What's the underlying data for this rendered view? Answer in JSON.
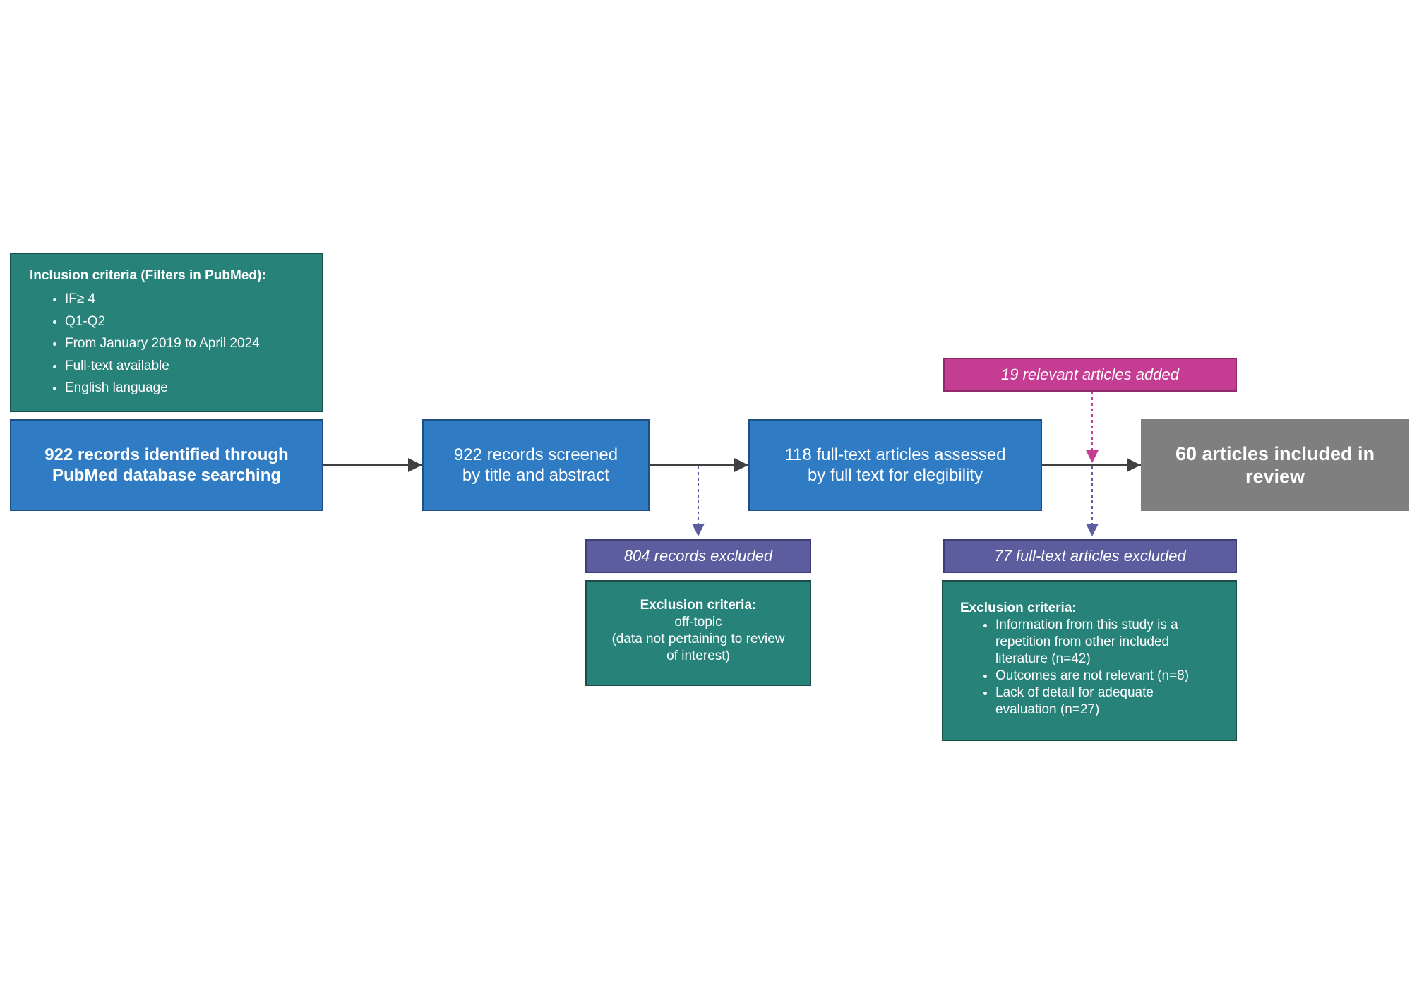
{
  "inclusion": {
    "title": "Inclusion criteria (Filters in PubMed):",
    "items": [
      "IF≥ 4",
      "Q1-Q2",
      "From January 2019 to April 2024",
      "Full-text available",
      "English language"
    ]
  },
  "identified": {
    "text": "922 records identified through\nPubMed database searching"
  },
  "screened": {
    "text": "922 records screened\nby title and abstract"
  },
  "assessed": {
    "text": "118 full-text articles assessed\nby full text for elegibility"
  },
  "included": {
    "text": "60 articles included in\nreview"
  },
  "added": {
    "text": "19 relevant articles added"
  },
  "excluded_records": {
    "text": "804 records excluded"
  },
  "excluded_fulltext": {
    "text": "77 full-text articles excluded"
  },
  "exclusion_1": {
    "title": "Exclusion criteria:",
    "body": "off-topic\n(data not pertaining to review\nof interest)"
  },
  "exclusion_2": {
    "title": "Exclusion criteria:",
    "items": [
      "Information from this study is a\nrepetition from other included\nliterature (n=42)",
      "Outcomes are not relevant (n=8)",
      "Lack of detail for adequate\nevaluation (n=27)"
    ]
  },
  "colors": {
    "teal": "#27837a",
    "blue": "#2f7bc4",
    "purple": "#5c5c9e",
    "magenta": "#c53c93",
    "gray": "#7f7f7f",
    "arrow": "#404040"
  }
}
